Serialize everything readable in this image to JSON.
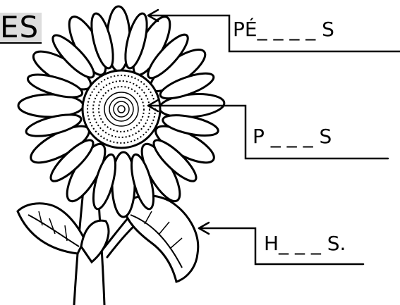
{
  "corner_text": "ES",
  "labels": {
    "petals": "PÉ_ _ _ _ S",
    "seeds": "P _ _ _ S",
    "leaves": "H_ _ _ S."
  }
}
